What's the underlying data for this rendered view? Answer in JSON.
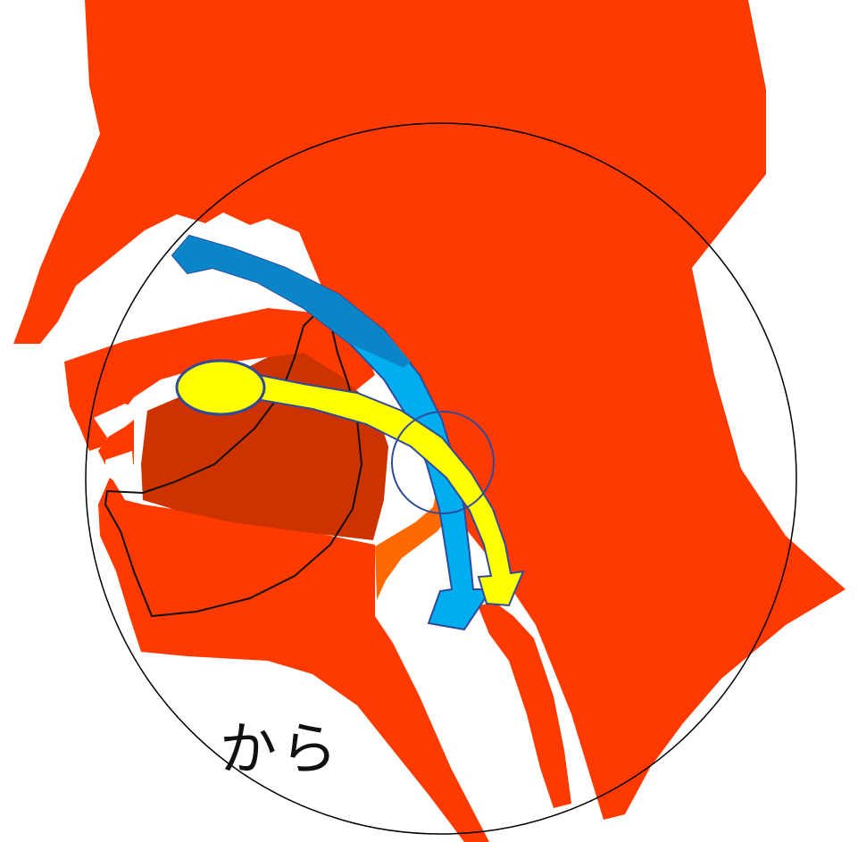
{
  "caption": "から",
  "colors": {
    "tissue": "#FF3A00",
    "tongue": "#CC3300",
    "epiglottis": "#FF6A00",
    "air_arrow_fill": "#00AEEF",
    "air_arrow_top": "#0A86C8",
    "bolus_fill": "#FFFF00",
    "outline": "#2E4A9A",
    "circle_line": "#000000",
    "background": "#FFFFFF"
  },
  "icons": [
    "air-flow-arrow",
    "food-bolus-arrow",
    "magnifier-circle"
  ]
}
